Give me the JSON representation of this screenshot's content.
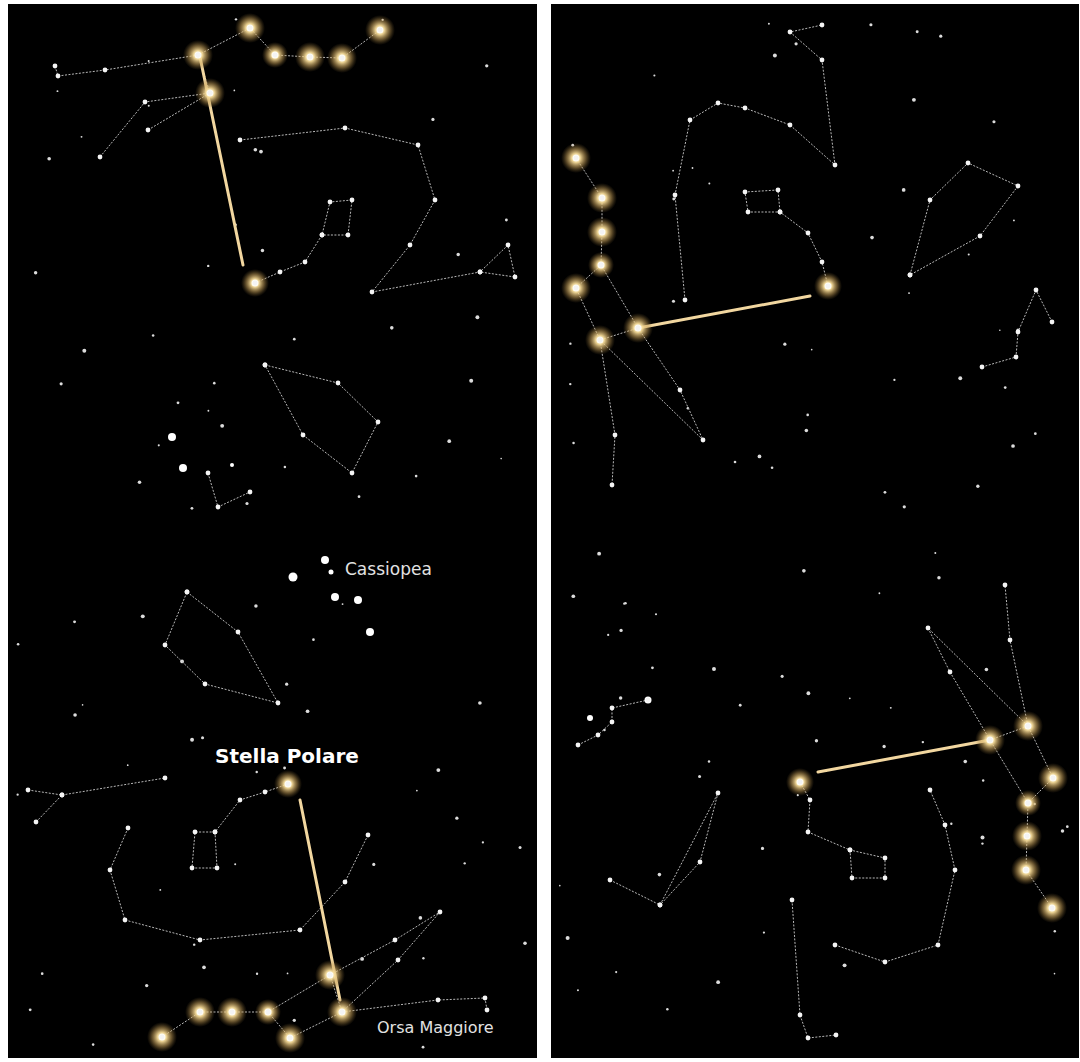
{
  "diagram": {
    "labels": [
      "Cassiopea",
      "Stella Polare",
      "Orsa Maggiore"
    ]
  }
}
